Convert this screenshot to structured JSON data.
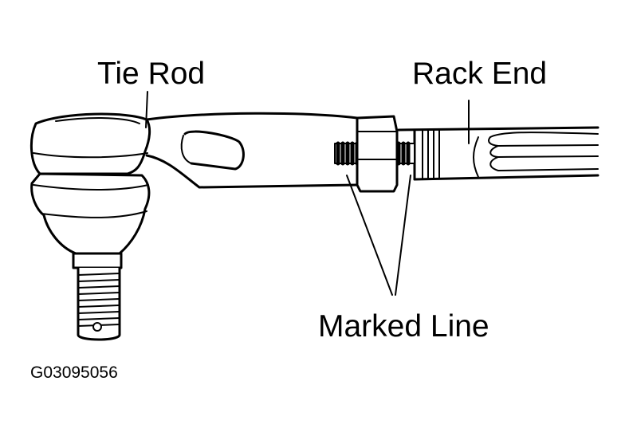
{
  "labels": {
    "tie_rod": "Tie Rod",
    "rack_end": "Rack End",
    "marked_line": "Marked Line",
    "figure_code": "G03095056"
  },
  "colors": {
    "ink": "#000000",
    "paper": "#ffffff"
  }
}
